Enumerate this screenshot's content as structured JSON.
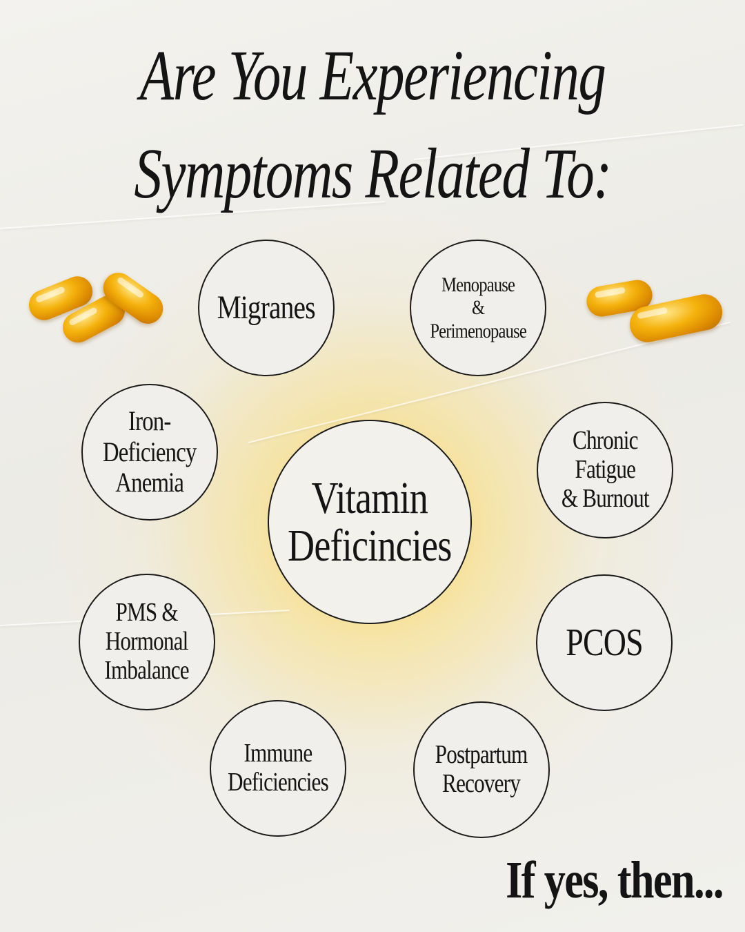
{
  "title": {
    "line1": "Are You Experiencing",
    "line2": "Symptoms Related To:"
  },
  "center": {
    "label": "Vitamin\nDeficincies"
  },
  "bubbles": [
    {
      "id": "migranes",
      "label": "Migranes"
    },
    {
      "id": "menopause",
      "label": "Menopause\n&\nPerimenopause"
    },
    {
      "id": "iron",
      "label": "Iron-\nDeficiency\nAnemia"
    },
    {
      "id": "fatigue",
      "label": "Chronic\nFatigue\n& Burnout"
    },
    {
      "id": "pms",
      "label": "PMS &\nHormonal\nImbalance"
    },
    {
      "id": "pcos",
      "label": "PCOS"
    },
    {
      "id": "immune",
      "label": "Immune\nDeficiencies"
    },
    {
      "id": "postpartum",
      "label": "Postpartum\nRecovery"
    }
  ],
  "footer": {
    "text": "If yes, then..."
  },
  "decor": {
    "pill_icon": "softgel-capsule-icon",
    "accent": "#f5b20c"
  }
}
